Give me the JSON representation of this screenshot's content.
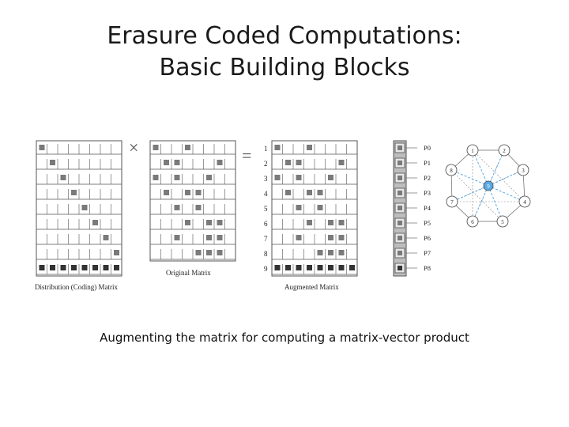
{
  "slide": {
    "title_line1": "Erasure Coded Computations:",
    "title_line2": "Basic Building Blocks",
    "caption": "Augmenting the matrix for computing a matrix-vector product"
  },
  "figure": {
    "operator_times": "×",
    "operator_equals": "=",
    "distribution_label": "Distribution (Coding) Matrix",
    "original_label": "Original Matrix",
    "augmented_label": "Augmented Matrix",
    "row_numbers": [
      "1",
      "2",
      "3",
      "4",
      "5",
      "6",
      "7",
      "8",
      "9"
    ],
    "processor_labels": [
      "P0",
      "P1",
      "P2",
      "P3",
      "P4",
      "P5",
      "P6",
      "P7",
      "P8"
    ],
    "distribution_filled": [
      [
        0
      ],
      [
        1
      ],
      [
        2
      ],
      [
        3
      ],
      [
        4
      ],
      [
        5
      ],
      [
        6
      ],
      [
        7
      ],
      [
        0,
        1,
        2,
        3,
        4,
        5,
        6,
        7
      ]
    ],
    "original_filled": [
      [
        0,
        3
      ],
      [
        1,
        2,
        6
      ],
      [
        0,
        2,
        5
      ],
      [
        1,
        3,
        4
      ],
      [
        2,
        4
      ],
      [
        3,
        5,
        6
      ],
      [
        2,
        5,
        6
      ],
      [
        4,
        5,
        6
      ]
    ],
    "augmented_filled": [
      [
        0,
        3
      ],
      [
        1,
        2,
        6
      ],
      [
        0,
        2,
        5
      ],
      [
        1,
        3,
        4
      ],
      [
        2,
        4
      ],
      [
        3,
        5,
        6
      ],
      [
        2,
        5,
        6
      ],
      [
        4,
        5,
        6
      ],
      [
        0,
        1,
        2,
        3,
        4,
        5,
        6,
        7
      ]
    ],
    "graph_nodes": [
      "1",
      "2",
      "3",
      "4",
      "5",
      "6",
      "7",
      "8",
      "9"
    ],
    "colors": {
      "cell_fill": "#7a7a7a",
      "grid": "#555555",
      "node_accent": "#5aa9e6"
    }
  }
}
